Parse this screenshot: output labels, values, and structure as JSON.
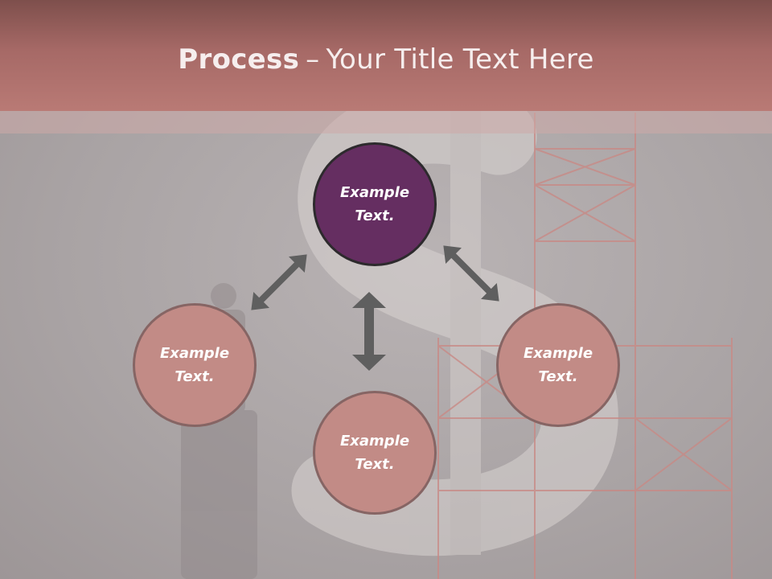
{
  "slide": {
    "title_bold": "Process",
    "title_dash": "–",
    "title_rest": "Your Title Text Here"
  },
  "diagram": {
    "nodes": [
      {
        "id": "top",
        "line1": "Example",
        "line2": "Text."
      },
      {
        "id": "left",
        "line1": "Example",
        "line2": "Text."
      },
      {
        "id": "bottom",
        "line1": "Example",
        "line2": "Text."
      },
      {
        "id": "right",
        "line1": "Example",
        "line2": "Text."
      }
    ],
    "arrows": [
      {
        "from": "top",
        "to": "left",
        "direction": "bidirectional"
      },
      {
        "from": "top",
        "to": "right",
        "direction": "bidirectional"
      },
      {
        "from": "top",
        "to": "bottom",
        "direction": "bidirectional"
      }
    ]
  },
  "colors": {
    "header": "#a66966",
    "node_primary": "#652e61",
    "node_secondary": "#c28b86",
    "arrow": "#5f5f5f",
    "background": "#aba5a6"
  }
}
